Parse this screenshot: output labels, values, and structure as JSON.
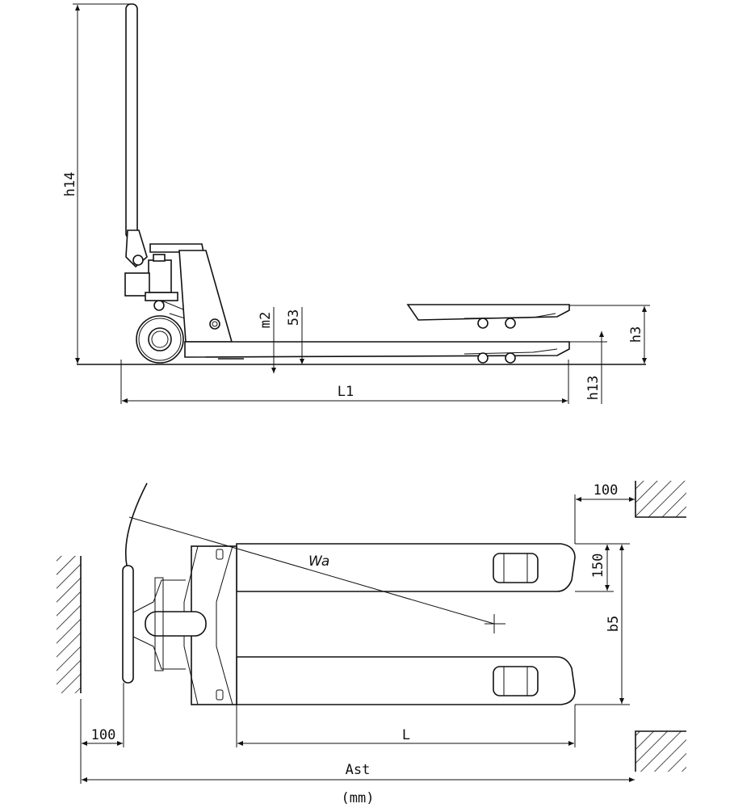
{
  "side_view": {
    "labels": {
      "h14": "h14",
      "m2": "m2",
      "d53": "53",
      "h3": "h3",
      "L1": "L1",
      "h13": "h13"
    }
  },
  "top_view": {
    "labels": {
      "clearance_top": "100",
      "fork_width": "150",
      "Wa": "Wa",
      "b5": "b5",
      "clearance_left": "100",
      "L": "L",
      "Ast": "Ast"
    }
  },
  "units": "(mm)",
  "colors": {
    "line": "#111111",
    "background": "#ffffff"
  }
}
